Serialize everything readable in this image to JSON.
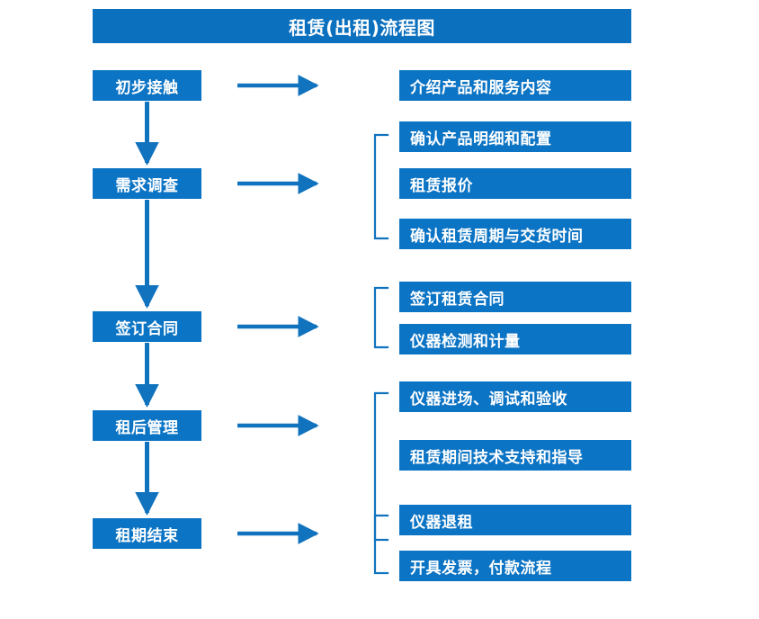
{
  "title": "租赁(出租)流程图",
  "theme": {
    "box_fill": "#0C74C4",
    "title_fill": "#0B70BE",
    "text_color": "#FFFFFF",
    "connector_color": "#1173BE",
    "background": "#FFFFFF"
  },
  "stages": [
    {
      "id": "stage-1",
      "label": "初步接触"
    },
    {
      "id": "stage-2",
      "label": "需求调查"
    },
    {
      "id": "stage-3",
      "label": "签订合同"
    },
    {
      "id": "stage-4",
      "label": "租后管理"
    },
    {
      "id": "stage-5",
      "label": "租期结束"
    }
  ],
  "details": [
    {
      "id": "detail-1",
      "label": "介绍产品和服务内容"
    },
    {
      "id": "detail-2",
      "label": "确认产品明细和配置"
    },
    {
      "id": "detail-3",
      "label": "租赁报价"
    },
    {
      "id": "detail-4",
      "label": "确认租赁周期与交货时间"
    },
    {
      "id": "detail-5",
      "label": "签订租赁合同"
    },
    {
      "id": "detail-6",
      "label": "仪器检测和计量"
    },
    {
      "id": "detail-7",
      "label": "仪器进场、调试和验收"
    },
    {
      "id": "detail-8",
      "label": "租赁期间技术支持和指导"
    },
    {
      "id": "detail-9",
      "label": "仪器退租"
    },
    {
      "id": "detail-10",
      "label": "开具发票，付款流程"
    }
  ],
  "groups": [
    {
      "id": "group-1",
      "stage": "需求调查",
      "members": [
        "确认产品明细和配置",
        "租赁报价",
        "确认租赁周期与交货时间"
      ]
    },
    {
      "id": "group-2",
      "stage": "签订合同",
      "members": [
        "签订租赁合同",
        "仪器检测和计量"
      ]
    },
    {
      "id": "group-3",
      "stage": "租后管理",
      "members": [
        "仪器进场、调试和验收",
        "租赁期间技术支持和指导"
      ]
    },
    {
      "id": "group-4",
      "stage": "租期结束",
      "members": [
        "仪器退租",
        "开具发票，付款流程"
      ]
    }
  ],
  "flow_arrows": {
    "vertical": [
      {
        "from": "初步接触",
        "to": "需求调查"
      },
      {
        "from": "需求调查",
        "to": "签订合同"
      },
      {
        "from": "签订合同",
        "to": "租后管理"
      },
      {
        "from": "租后管理",
        "to": "租期结束"
      }
    ],
    "horizontal": [
      {
        "from": "初步接触",
        "to": "介绍产品和服务内容"
      },
      {
        "from": "需求调查",
        "to": "确认产品明细和配置"
      },
      {
        "from": "签订合同",
        "to": "签订租赁合同"
      },
      {
        "from": "租后管理",
        "to": "仪器进场、调试和验收"
      },
      {
        "from": "租期结束",
        "to": "仪器退租"
      }
    ]
  }
}
